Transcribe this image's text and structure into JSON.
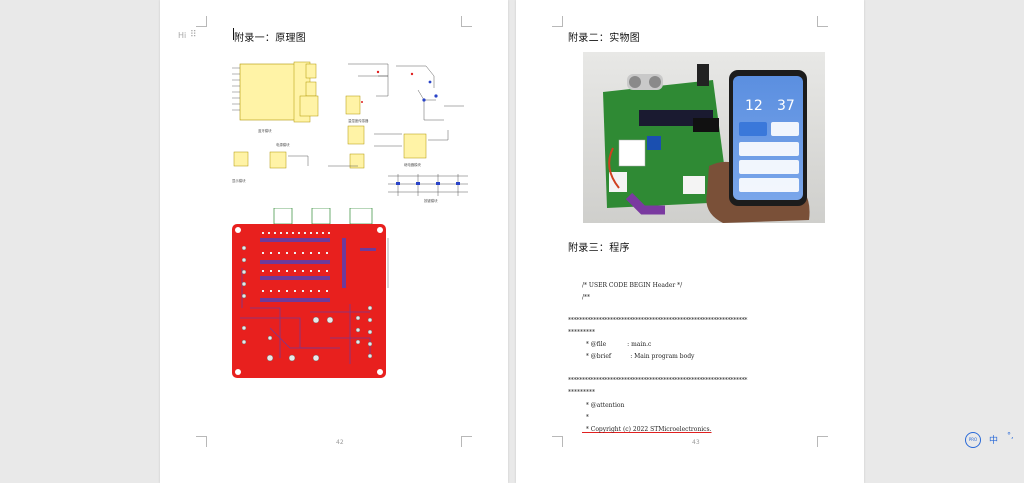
{
  "left_page": {
    "header_icon": "Hi",
    "drag_icon": "⠿",
    "heading": "附录一：原理图",
    "page_number": "42",
    "schematic_labels": [
      "电源模块",
      "蓝牙模块",
      "温湿度传感器",
      "继电器模块",
      "按键模块",
      "显示模块"
    ]
  },
  "right_page": {
    "heading_photo": "附录二：实物图",
    "heading_code": "附录三：程序",
    "page_number": "43",
    "phone": {
      "value_left": "12",
      "value_right": "37"
    },
    "code_lines": [
      "/* USER CODE BEGIN Header */",
      "/**",
      "****************************************************************",
      "*********",
      "  * @file           : main.c",
      "  * @brief          : Main program body",
      "****************************************************************",
      "*********",
      "  * @attention",
      "  *",
      "  * Copyright (c) 2022 STMicroelectronics."
    ]
  },
  "tray": {
    "ime_label": "中",
    "badge": "PRO"
  },
  "colors": {
    "pcb_red": "#e8201e",
    "pcb_board_green": "#2f8a34",
    "schematic_yellow": "#fff3a6",
    "link_blue": "#2a6ad8"
  }
}
